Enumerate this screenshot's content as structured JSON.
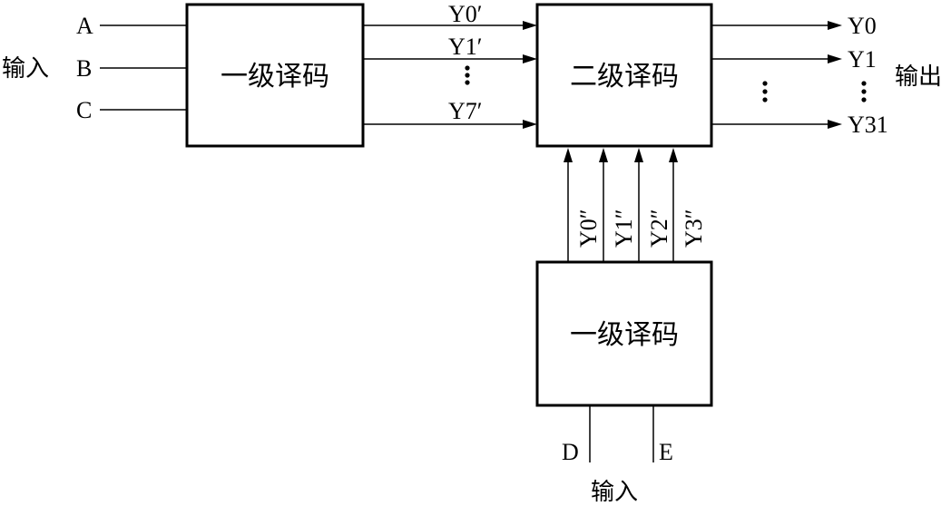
{
  "blocks": {
    "decoder_left": "一级译码",
    "decoder_main": "二级译码",
    "decoder_bottom": "一级译码"
  },
  "side_labels": {
    "input_left": "输入",
    "output_right": "输出",
    "input_bottom": "输入"
  },
  "inputs_left": [
    "A",
    "B",
    "C"
  ],
  "inputs_bottom": [
    "D",
    "E"
  ],
  "mid_signals": [
    "Y0′",
    "Y1′",
    "Y7′"
  ],
  "vertical_signals": [
    "Y0″",
    "Y1″",
    "Y2″",
    "Y3″"
  ],
  "outputs": [
    "Y0",
    "Y1",
    "Y31"
  ]
}
